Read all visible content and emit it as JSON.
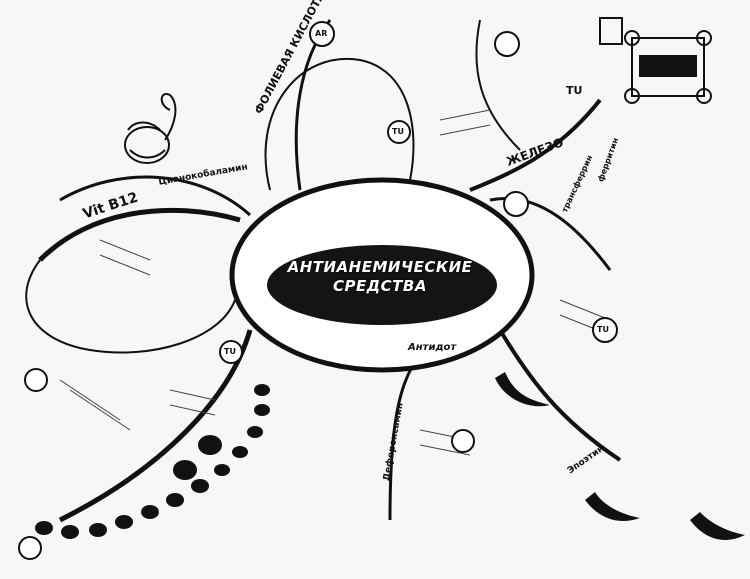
{
  "center": {
    "title_line1": "АНТИАНЕМИЧЕСКИЕ",
    "title_line2": "СРЕДСТВА"
  },
  "branches": {
    "folic_acid": "ФОЛИЕВАЯ КИСЛОТА",
    "iron": "ЖЕЛЕЗО",
    "vit_b12": "Vit B12",
    "cyanocobalamin": "Цианокобаламин",
    "antidote": "Антидот",
    "deferoxamine": "Дефероксамин",
    "erythropoietin": "Эпоэтин",
    "ferritin": "ферритин",
    "transferrin": "трансферрин"
  },
  "badges": {
    "tu": "TU",
    "ar": "AR"
  },
  "colors": {
    "ink": "#111111",
    "paper": "#f7f7f5",
    "center_fill": "#141414"
  }
}
